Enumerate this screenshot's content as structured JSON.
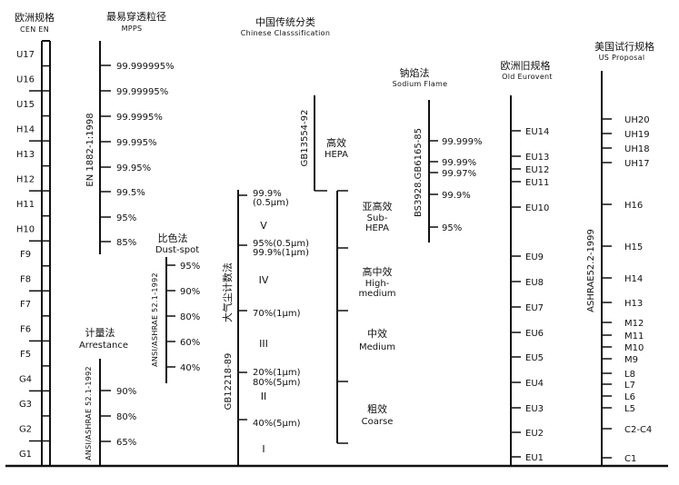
{
  "colors": {
    "ink": "#111111",
    "background": "#ffffff"
  },
  "chart_data": {
    "type": "diagram",
    "cen": {
      "title_cn": "欧洲规格",
      "title_en": "CEN EN",
      "classes": [
        "U17",
        "U16",
        "U15",
        "H14",
        "H13",
        "H12",
        "H11",
        "H10",
        "F9",
        "F8",
        "F7",
        "F6",
        "F5",
        "G4",
        "G3",
        "G2",
        "G1"
      ]
    },
    "mpps": {
      "title_cn": "最易穿透粒径",
      "title_en": "MPPS",
      "standard": "EN 1882-1:1998",
      "values": [
        "99.999995%",
        "99.99995%",
        "99.9995%",
        "99.995%",
        "99.95%",
        "99.5%",
        "95%",
        "85%"
      ]
    },
    "arrestance": {
      "title_cn": "计量法",
      "title_en": "Arrestance",
      "standard": "ANSI/ASHRAE 52.1-1992",
      "values": [
        "90%",
        "80%",
        "65%"
      ]
    },
    "dustspot": {
      "title_cn": "比色法",
      "title_en": "Dust-spot",
      "standard": "ANSI/ASHRAE 52.1-1992",
      "values": [
        "95%",
        "90%",
        "80%",
        "60%",
        "40%"
      ]
    },
    "chinese": {
      "title_cn": "中国传统分类",
      "title_en": "Chinese Classsification",
      "method": "大气尘计数法",
      "standard_counting": "GB12218-89",
      "standard_hepa": "GB13554-92",
      "values": [
        "99.9%",
        "(0.5μm)",
        "95%(0.5μm)",
        "99.9%(1μm)",
        "70%(1μm)",
        "20%(1μm)",
        "80%(5μm)",
        "40%(5μm)"
      ],
      "grades": [
        "V",
        "IV",
        "III",
        "II",
        "I"
      ],
      "categories": [
        {
          "cn": "高效",
          "en": "HEPA"
        },
        {
          "cn": "亚高效",
          "en": "Sub-",
          "en2": "HEPA"
        },
        {
          "cn": "高中效",
          "en": "High-",
          "en2": "medium"
        },
        {
          "cn": "中效",
          "en": "Medium"
        },
        {
          "cn": "粗效",
          "en": "Coarse"
        }
      ]
    },
    "sodium": {
      "title_cn": "钠焰法",
      "title_en": "Sodium Flame",
      "standard": "BS3928.GB6165-85",
      "values": [
        "99.999%",
        "99.99%",
        "99.97%",
        "99.9%",
        "95%"
      ]
    },
    "eurovent": {
      "title_cn": "欧洲旧规格",
      "title_en": "Old Eurovent",
      "classes": [
        "EU14",
        "EU13",
        "EU12",
        "EU11",
        "EU10",
        "EU9",
        "EU8",
        "EU7",
        "EU6",
        "EU5",
        "EU4",
        "EU3",
        "EU2",
        "EU1"
      ]
    },
    "us": {
      "title_cn": "美国试行规格",
      "title_en": "US Proposal",
      "standard": "ASHRAE52.2-1999",
      "classes": [
        "UH20",
        "UH19",
        "UH18",
        "UH17",
        "H16",
        "H15",
        "H14",
        "H13",
        "M12",
        "M11",
        "M10",
        "M9",
        "L8",
        "L7",
        "L6",
        "L5",
        "C2-C4",
        "C1"
      ]
    }
  }
}
